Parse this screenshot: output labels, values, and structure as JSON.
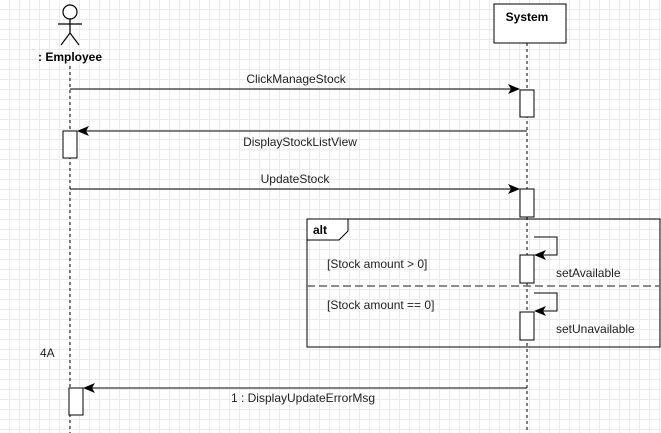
{
  "actor": {
    "label": ": Employee"
  },
  "system": {
    "label": "System"
  },
  "messages": [
    {
      "label": "ClickManageStock"
    },
    {
      "label": "DisplayStockListView"
    },
    {
      "label": "UpdateStock"
    },
    {
      "label": "1 : DisplayUpdateErrorMsg"
    }
  ],
  "fragment": {
    "operator": "alt",
    "guards": [
      "[Stock amount > 0]",
      "[Stock amount == 0]"
    ],
    "self_messages": [
      "setAvailable",
      "setUnavailable"
    ]
  },
  "note": "4A"
}
